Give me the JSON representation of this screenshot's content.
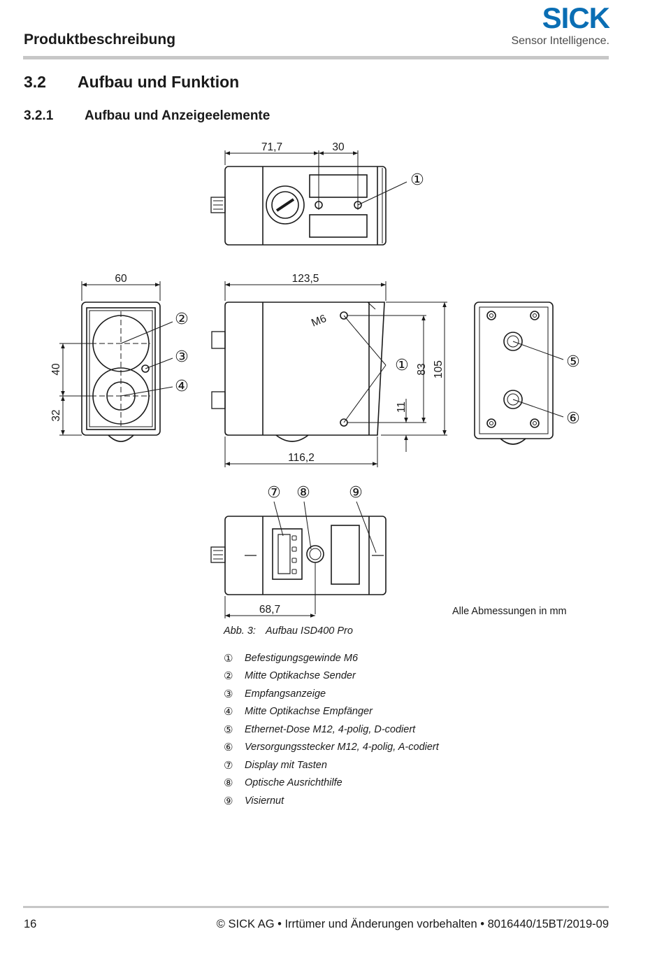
{
  "header": {
    "section": "Produktbeschreibung",
    "logo": {
      "word": "SICK",
      "tagline": "Sensor Intelligence.",
      "color": "#0a6eb4"
    }
  },
  "headings": {
    "h2": {
      "number": "3.2",
      "title": "Aufbau und Funktion"
    },
    "h3": {
      "number": "3.2.1",
      "title": "Aufbau und Anzeigeelemente"
    }
  },
  "figure": {
    "dimensions": {
      "top_width_a": "71,7",
      "top_width_b": "30",
      "front_width": "60",
      "front_dist_40": "40",
      "front_dist_32": "32",
      "side_width_top": "123,5",
      "side_width_bottom": "116,2",
      "side_height_83": "83",
      "side_height_105": "105",
      "side_height_11": "11",
      "thread": "M6",
      "bottom_width": "68,7"
    },
    "callouts": {
      "c1": "①",
      "c2": "②",
      "c3": "③",
      "c4": "④",
      "c5": "⑤",
      "c6": "⑥",
      "c7": "⑦",
      "c8": "⑧",
      "c9": "⑨"
    },
    "units_note": "Alle Abmessungen in mm",
    "caption_label": "Abb. 3:",
    "caption_text": "Aufbau ISD400 Pro"
  },
  "legend": [
    {
      "num": "①",
      "text": "Befestigungsgewinde M6"
    },
    {
      "num": "②",
      "text": "Mitte Optikachse Sender"
    },
    {
      "num": "③",
      "text": "Empfangsanzeige"
    },
    {
      "num": "④",
      "text": "Mitte Optikachse Empfänger"
    },
    {
      "num": "⑤",
      "text": "Ethernet-Dose M12, 4-polig, D-codiert"
    },
    {
      "num": "⑥",
      "text": "Versorgungsstecker M12, 4-polig, A-codiert"
    },
    {
      "num": "⑦",
      "text": "Display mit Tasten"
    },
    {
      "num": "⑧",
      "text": "Optische Ausrichthilfe"
    },
    {
      "num": "⑨",
      "text": "Visiernut"
    }
  ],
  "footer": {
    "page": "16",
    "text": "© SICK AG • Irrtümer und Änderungen vorbehalten • 8016440/15BT/2019-09"
  }
}
